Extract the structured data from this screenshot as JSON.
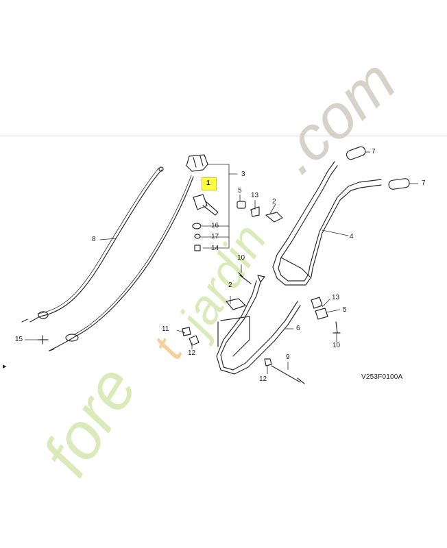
{
  "diagram": {
    "code": "V253F0100A",
    "corner_mark": "▸",
    "highlighted_part": "1",
    "part_numbers": {
      "p1": "1",
      "p2a": "2",
      "p2b": "2",
      "p3": "3",
      "p4": "4",
      "p5a": "5",
      "p5b": "5",
      "p6": "6",
      "p7a": "7",
      "p7b": "7",
      "p8": "8",
      "p9": "9",
      "p10a": "10",
      "p10b": "10",
      "p11": "11",
      "p12a": "12",
      "p12b": "12",
      "p13a": "13",
      "p13b": "13",
      "p14": "14",
      "p15": "15",
      "p16": "16",
      "p17": "17"
    }
  },
  "watermark": {
    "text": "foretjardin.com"
  },
  "colors": {
    "line": "#2a2a2a",
    "highlight": "#ffff44",
    "watermark_green": "#c6df9c",
    "watermark_orange": "#f6c78c",
    "watermark_gray": "#cfcac0"
  }
}
